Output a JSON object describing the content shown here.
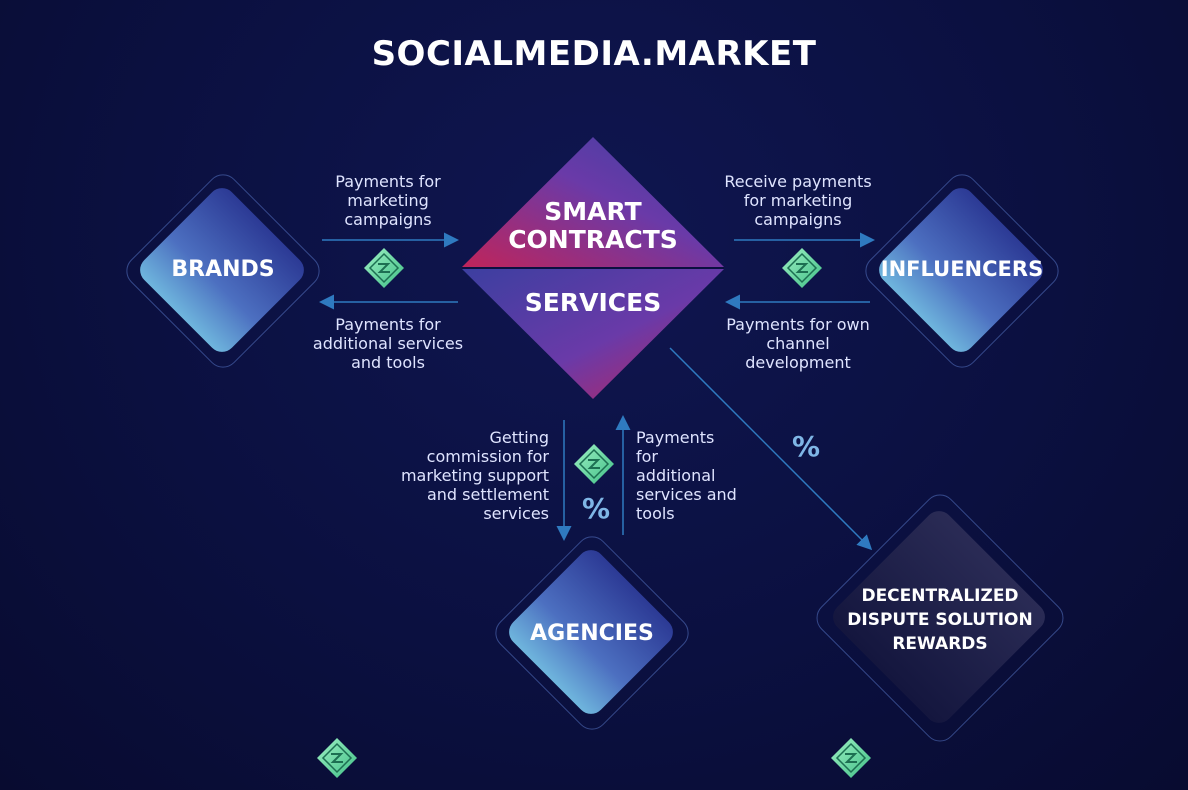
{
  "title": "SOCIALMEDIA.MARKET",
  "nodes": {
    "smart_contracts": "SMART\nCONTRACTS",
    "services": "SERVICES",
    "brands": "BRANDS",
    "influencers": "INFLUENCERS",
    "agencies": "AGENCIES",
    "dispute": "DECENTRALIZED\nDISPUTE SOLUTION\nREWARDS"
  },
  "flows": {
    "brands_to_contracts": "Payments for\nmarketing\ncampaigns",
    "services_to_brands": "Payments for\nadditional services\nand tools",
    "contracts_to_influencers": "Receive payments\nfor marketing\ncampaigns",
    "influencers_to_services": "Payments for own\nchannel\ndevelopment",
    "services_to_agencies": "Getting\ncommission for\nmarketing support\nand settlement\nservices",
    "agencies_to_services": "Payments\nfor\nadditional\nservices and\ntools"
  },
  "percent_symbol": "%",
  "colors": {
    "background": "#0b1040",
    "arrow": "#2f7ac0",
    "accent_magenta": "#c0245a",
    "accent_purple": "#5b3ea8",
    "token_green": "#6fe0a5",
    "percent": "#7fb6e6"
  },
  "icons": [
    "token-icon"
  ]
}
